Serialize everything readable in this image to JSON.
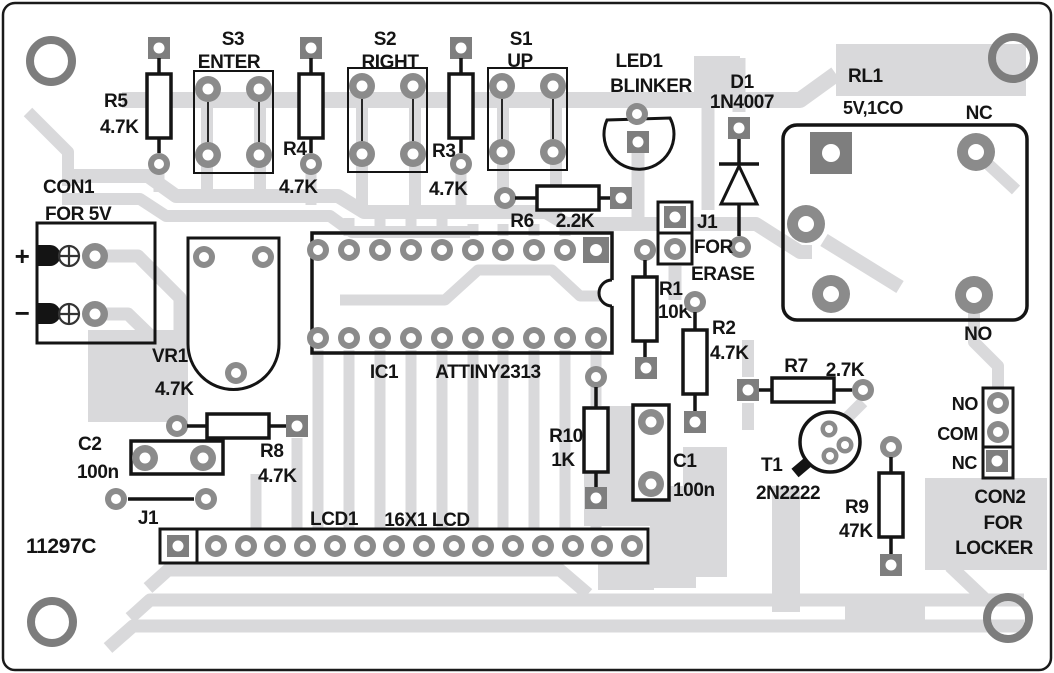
{
  "board": {
    "id": "11297C"
  },
  "colors": {
    "trace": "#d9d9db",
    "pad": "#8b8b8b",
    "pad_dark": "#7e7e7e",
    "line": "#141414"
  },
  "components": {
    "con1": {
      "ref": "CON1",
      "label": "FOR 5V",
      "plus": "+",
      "minus": "−"
    },
    "s3": {
      "ref": "S3",
      "label": "ENTER"
    },
    "s2": {
      "ref": "S2",
      "label": "RIGHT"
    },
    "s1": {
      "ref": "S1",
      "label": "UP"
    },
    "r5": {
      "ref": "R5",
      "value": "4.7K"
    },
    "r4": {
      "ref": "R4",
      "value": "4.7K"
    },
    "r3": {
      "ref": "R3",
      "value": "4.7K"
    },
    "r6": {
      "ref": "R6",
      "value": "2.2K"
    },
    "led1": {
      "ref": "LED1",
      "label": "BLINKER"
    },
    "d1": {
      "ref": "D1",
      "value": "1N4007"
    },
    "rl1": {
      "ref": "RL1",
      "value": "5V,1CO",
      "pin_nc": "NC",
      "pin_no": "NO"
    },
    "j1_erase": {
      "ref": "J1",
      "label1": "FOR",
      "label2": "ERASE"
    },
    "r1": {
      "ref": "R1",
      "value": "10K"
    },
    "r2": {
      "ref": "R2",
      "value": "4.7K"
    },
    "r7": {
      "ref": "R7",
      "value": "2.7K"
    },
    "vr1": {
      "ref": "VR1",
      "value": "4.7K"
    },
    "ic1": {
      "ref": "IC1",
      "value": "ATTINY2313"
    },
    "c2": {
      "ref": "C2",
      "value": "100n"
    },
    "r8": {
      "ref": "R8",
      "value": "4.7K"
    },
    "j1_wire": {
      "ref": "J1"
    },
    "r10": {
      "ref": "R10",
      "value": "1K"
    },
    "c1": {
      "ref": "C1",
      "value": "100n"
    },
    "t1": {
      "ref": "T1",
      "value": "2N2222"
    },
    "r9": {
      "ref": "R9",
      "value": "47K"
    },
    "lcd1": {
      "ref": "LCD1",
      "value": "16X1 LCD"
    },
    "con2": {
      "ref": "CON2",
      "label1": "FOR",
      "label2": "LOCKER",
      "pin_no": "NO",
      "pin_com": "COM",
      "pin_nc": "NC"
    }
  }
}
